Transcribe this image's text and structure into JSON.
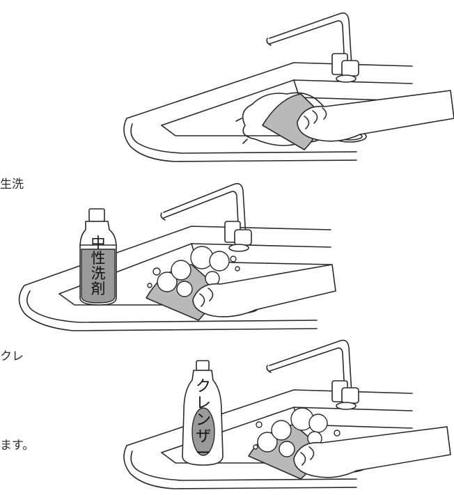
{
  "edge_text": {
    "line1": "生洗",
    "line2": "クレ",
    "line3": "ます。"
  },
  "bottle_detergent": {
    "label_chars": [
      "中",
      "性",
      "洗",
      "剤"
    ]
  },
  "bottle_cleanser": {
    "label_chars": [
      "ク",
      "レ",
      "ン",
      "ザ",
      "ー"
    ]
  },
  "colors": {
    "line": "#2a2a2a",
    "cloth_fill": "#b9b9b9",
    "bottle_fill": "#9a9a9a",
    "background": "#ffffff"
  }
}
